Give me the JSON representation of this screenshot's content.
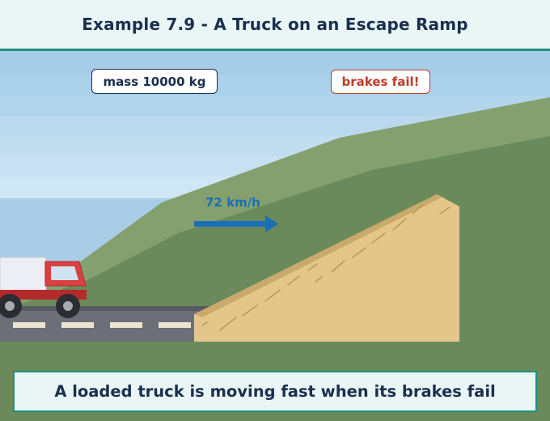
{
  "header": {
    "title": "Example 7.9 - A Truck on an Escape Ramp"
  },
  "labels": {
    "mass": "mass 10000 kg",
    "brakes": "brakes fail!",
    "speed": "72 km/h"
  },
  "caption": {
    "text": "A loaded truck is moving fast when its brakes fail"
  },
  "colors": {
    "sky_top": "#a8cfe8",
    "sky_bottom": "#cfe6f4",
    "hill_light": "#84a06f",
    "hill_dark": "#6b8a5c",
    "road": "#6c6f78",
    "road_dash": "#ece4cf",
    "ramp_sand": "#e4c68b",
    "truck_cab": "#d94040",
    "truck_frame": "#b22a2a",
    "truck_box": "#eceef3",
    "velocity_arrow": "#1a6fb8",
    "accent": "#1f8f83"
  }
}
